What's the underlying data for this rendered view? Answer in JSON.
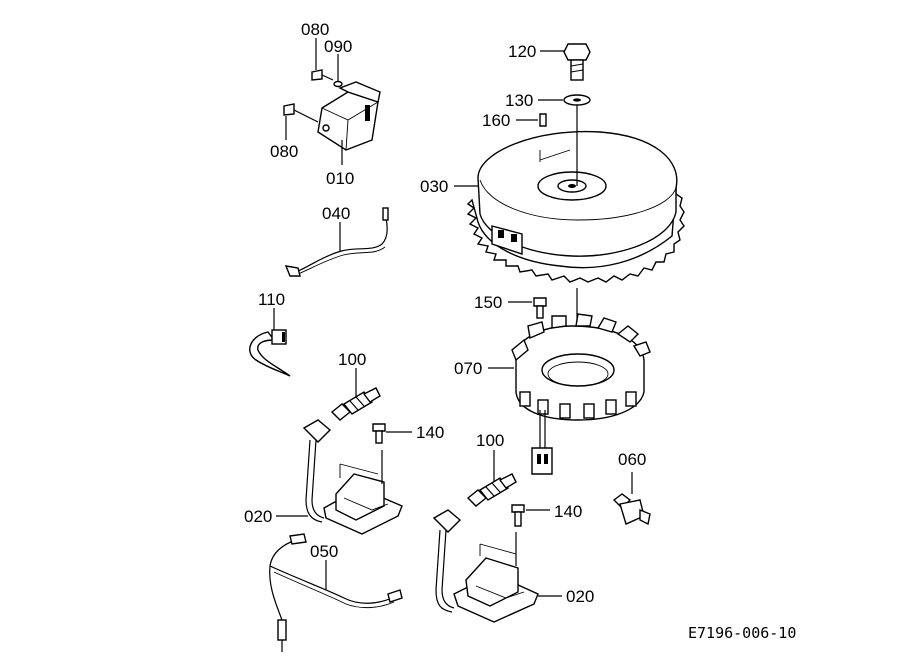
{
  "diagram": {
    "reference": "E7196-006-10",
    "callouts": {
      "c080a": "080",
      "c090": "090",
      "c080b": "080",
      "c010": "010",
      "c040": "040",
      "c110": "110",
      "c100a": "100",
      "c140a": "140",
      "c020a": "020",
      "c050": "050",
      "c120": "120",
      "c130": "130",
      "c160": "160",
      "c030": "030",
      "c150": "150",
      "c070": "070",
      "c100b": "100",
      "c140b": "140",
      "c060": "060",
      "c020b": "020"
    }
  }
}
